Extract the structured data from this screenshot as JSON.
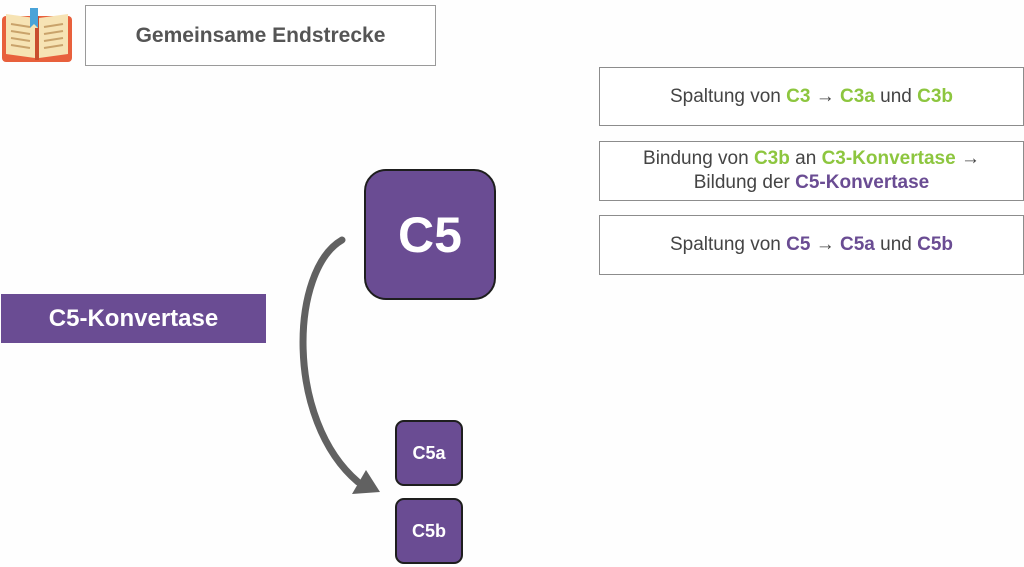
{
  "header": {
    "title": "Gemeinsame Endstrecke",
    "icon": "open-book-icon"
  },
  "steps": [
    {
      "parts": [
        {
          "text": "Spaltung von ",
          "style": "plain"
        },
        {
          "text": "C3",
          "style": "green"
        },
        {
          "text": " → ",
          "style": "plain"
        },
        {
          "text": "C3a",
          "style": "green"
        },
        {
          "text": " und ",
          "style": "plain"
        },
        {
          "text": "C3b",
          "style": "green"
        }
      ]
    },
    {
      "line1": [
        {
          "text": "Bindung von ",
          "style": "plain"
        },
        {
          "text": "C3b",
          "style": "green"
        },
        {
          "text": " an ",
          "style": "plain"
        },
        {
          "text": "C3-Konvertase",
          "style": "green"
        },
        {
          "text": " →",
          "style": "plain"
        }
      ],
      "line2": [
        {
          "text": "Bildung der ",
          "style": "plain"
        },
        {
          "text": "C5-Konvertase",
          "style": "purple"
        }
      ]
    },
    {
      "parts": [
        {
          "text": "Spaltung von ",
          "style": "plain"
        },
        {
          "text": "C5",
          "style": "purple"
        },
        {
          "text": " → ",
          "style": "plain"
        },
        {
          "text": "C5a",
          "style": "purple"
        },
        {
          "text": " und ",
          "style": "plain"
        },
        {
          "text": "C5b",
          "style": "purple"
        }
      ]
    }
  ],
  "diagram": {
    "substrate": "C5",
    "enzyme": "C5-Konvertase",
    "product_a": "C5a",
    "product_b": "C5b"
  },
  "colors": {
    "green_accent": "#8dc63f",
    "purple_accent": "#6a4c93",
    "arrow": "#616161"
  }
}
